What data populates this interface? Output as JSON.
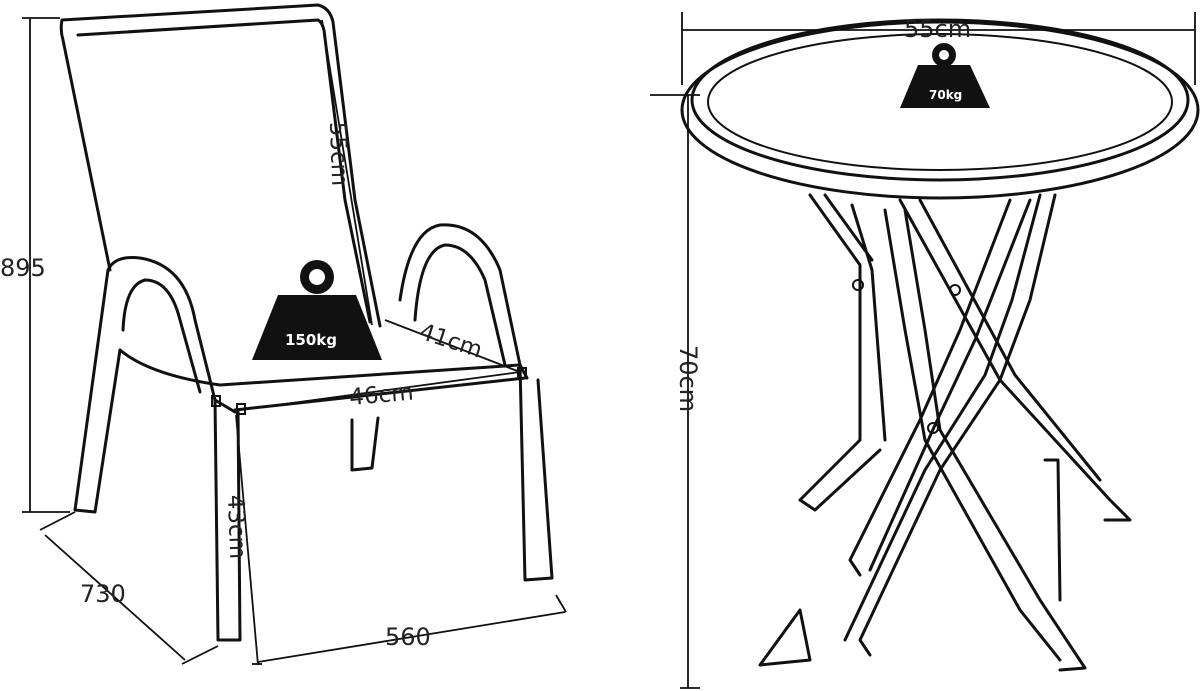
{
  "chair": {
    "height_label": "895",
    "depth_label": "730",
    "width_label": "560",
    "back_height_label": "55cm",
    "seat_depth_label": "41cm",
    "seat_width_label": "46cm",
    "seat_height_label": "43cm",
    "weight_label": "150kg"
  },
  "table": {
    "diameter_label": "55cm",
    "height_label": "70cm",
    "weight_label": "70kg"
  },
  "icons": {
    "weight_icon": "kettlebell-weight-icon"
  }
}
